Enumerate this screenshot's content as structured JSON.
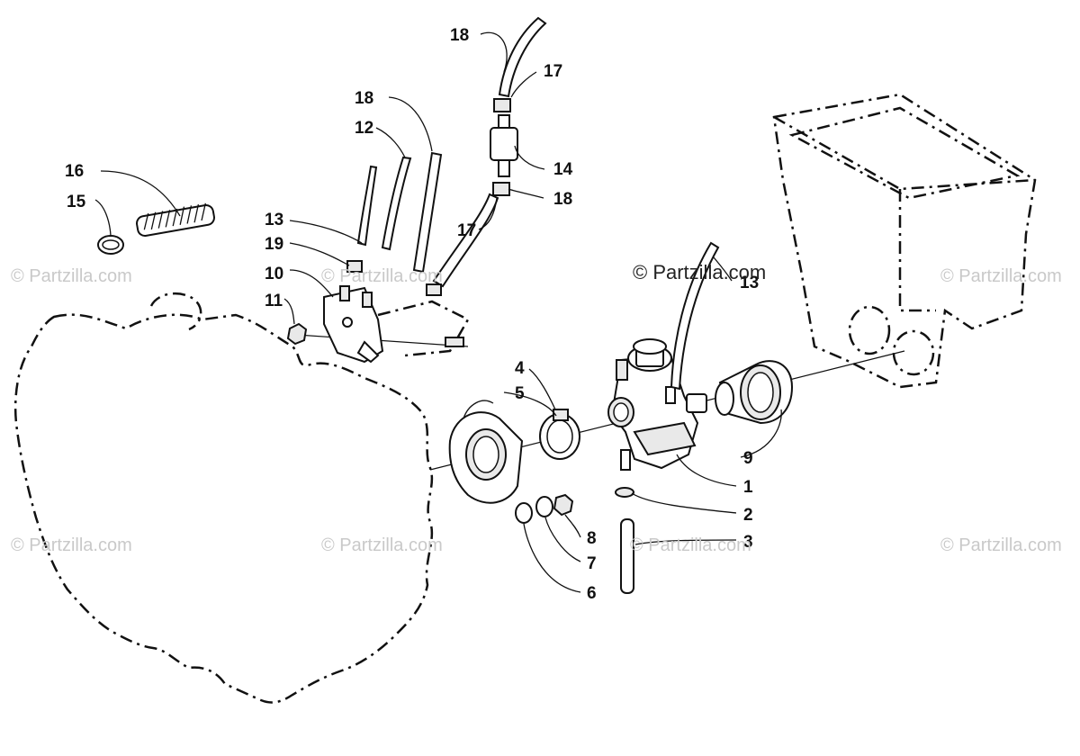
{
  "watermarks": {
    "brand": "© Partzilla.com",
    "prominent": "© Partzilla.com"
  },
  "callouts": {
    "p1": "1",
    "p2": "2",
    "p3": "3",
    "p4": "4",
    "p5": "5",
    "p6": "6",
    "p7": "7",
    "p8": "8",
    "p9": "9",
    "p10": "10",
    "p11": "11",
    "p12": "12",
    "p13a": "13",
    "p13b": "13",
    "p14": "14",
    "p15": "15",
    "p16": "16",
    "p17a": "17",
    "p17b": "17",
    "p18a": "18",
    "p18b": "18",
    "p18c": "18",
    "p19": "19"
  }
}
